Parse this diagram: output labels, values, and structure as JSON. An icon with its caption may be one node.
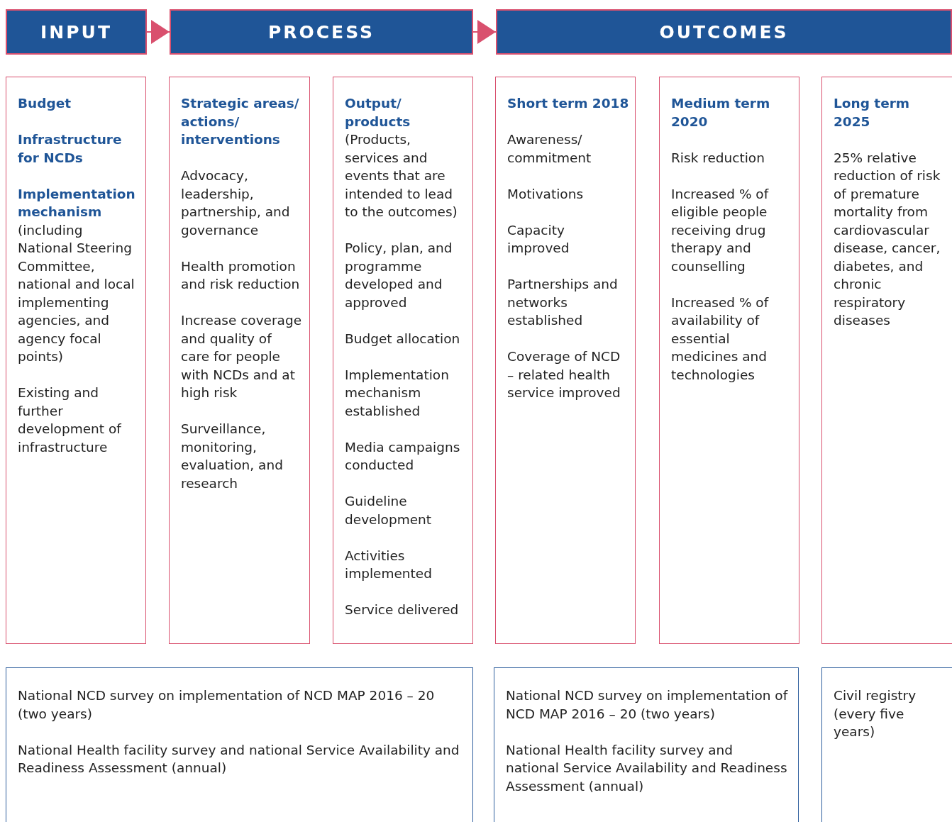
{
  "diagram": {
    "nodes": [
      {
        "text": [
          "INPUT"
        ]
      },
      {
        "text": [
          "PROCESS"
        ]
      },
      {
        "text": [
          "OUTCOMES"
        ]
      },
      {
        "text": [
          "Budget",
          "Infrastructure for NCDs",
          "Implementation mechanism",
          "(including National Steering Committee, national and local implementing agencies, and agency focal points)",
          "Existing and further development of infrastructure"
        ]
      },
      {
        "text": [
          "Strategic areas/ actions/ interventions",
          "Advocacy, leadership, partnership, and governance",
          "Health promotion and risk reduction",
          "Increase coverage and quality of care for people with NCDs and at high risk",
          "Surveillance, monitoring, evaluation, and research"
        ]
      },
      {
        "text": [
          "Output/ products",
          "(Products, services and events that are intended to lead to the outcomes)",
          "Policy, plan, and programme developed and approved",
          "Budget allocation",
          "Implementation mechanism established",
          "Media campaigns conducted",
          "Guideline development",
          "Activities implemented",
          "Service delivered"
        ]
      },
      {
        "text": [
          "Short term 2018",
          "Awareness/ commitment",
          "Motivations",
          "Capacity improved",
          "Partnerships and networks established",
          "Coverage of NCD – related health service improved"
        ]
      },
      {
        "text": [
          "Medium term 2020",
          "Risk reduction",
          "Increased % of eligible people receiving drug therapy and counselling",
          "Increased % of availability of essential medicines and technologies"
        ]
      },
      {
        "text": [
          "Long term 2025",
          "25% relative reduction of risk of premature mortality from cardiovascular disease, cancer, diabetes, and chronic respiratory diseases"
        ]
      },
      {
        "text": [
          "National NCD survey on implementation of NCD MAP 2016 – 20 (two years)",
          "National Health facility survey and national Service Availability and Readiness Assessment (annual)"
        ]
      },
      {
        "text": [
          "National NCD survey on implementation of NCD MAP 2016 – 20 (two years)",
          "National Health facility survey and national Service Availability and Readiness Assessment (annual)"
        ]
      },
      {
        "text": [
          "Civil registry (every five years)"
        ]
      }
    ],
    "edges": [
      {
        "from": 0,
        "to": 1,
        "arrow": "to"
      },
      {
        "from": 1,
        "to": 2,
        "arrow": "to"
      }
    ]
  }
}
